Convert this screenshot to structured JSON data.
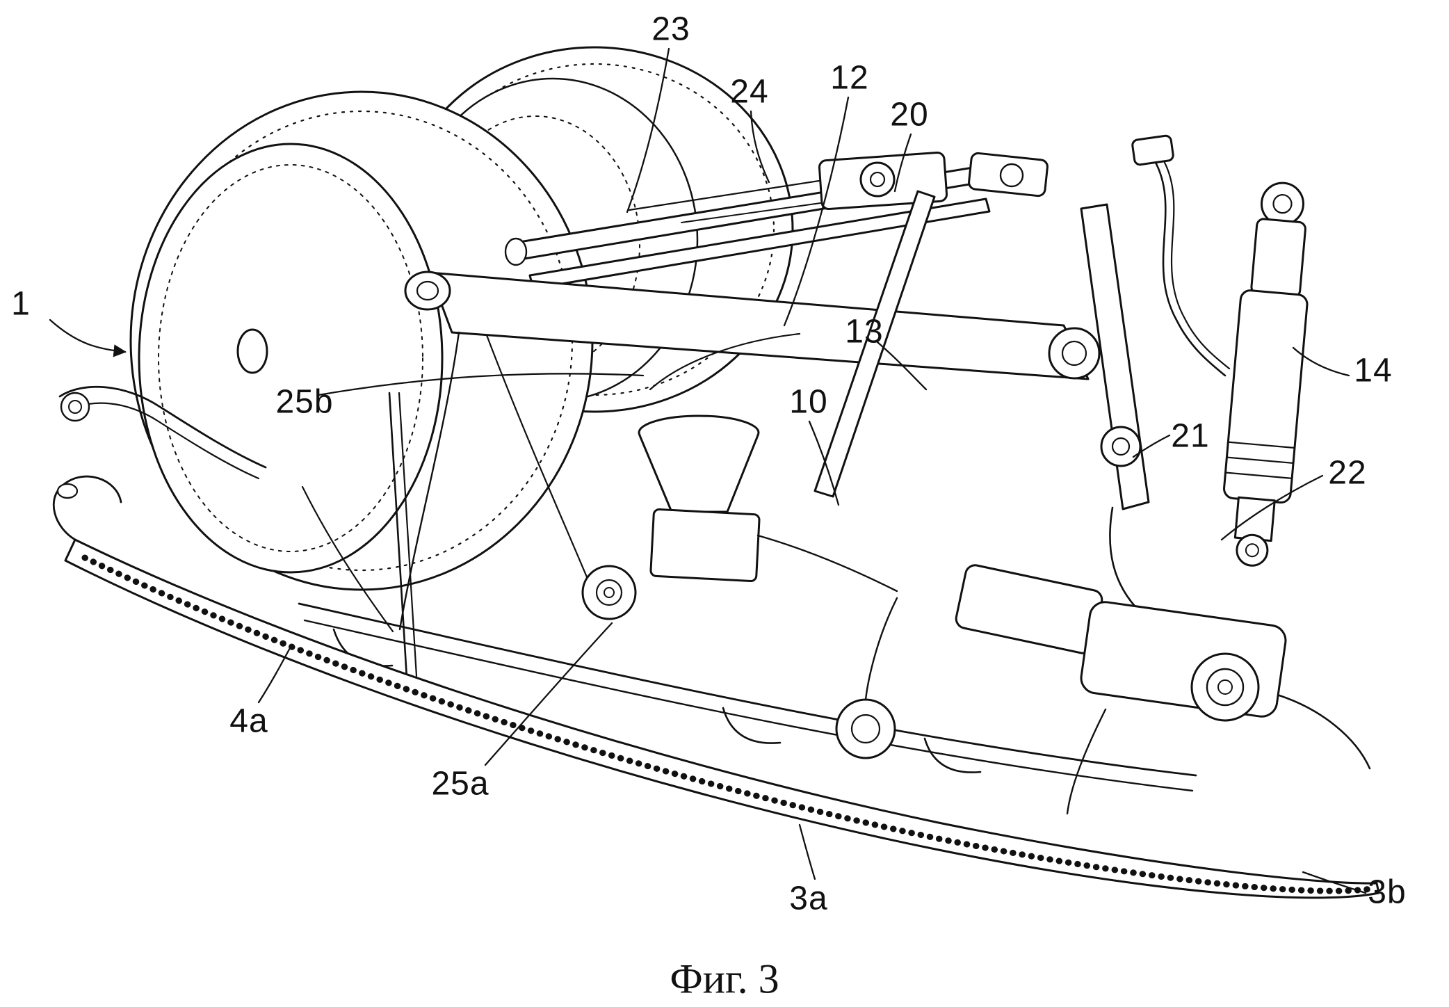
{
  "figure": {
    "caption": "Фиг. 3"
  },
  "colors": {
    "ink": "#111111",
    "background": "#ffffff"
  },
  "reference_labels": [
    {
      "text": "1"
    },
    {
      "text": "23"
    },
    {
      "text": "24"
    },
    {
      "text": "12"
    },
    {
      "text": "20"
    },
    {
      "text": "13"
    },
    {
      "text": "14"
    },
    {
      "text": "25b"
    },
    {
      "text": "10"
    },
    {
      "text": "21"
    },
    {
      "text": "22"
    },
    {
      "text": "4a"
    },
    {
      "text": "25a"
    },
    {
      "text": "3a"
    },
    {
      "text": "3b"
    }
  ]
}
